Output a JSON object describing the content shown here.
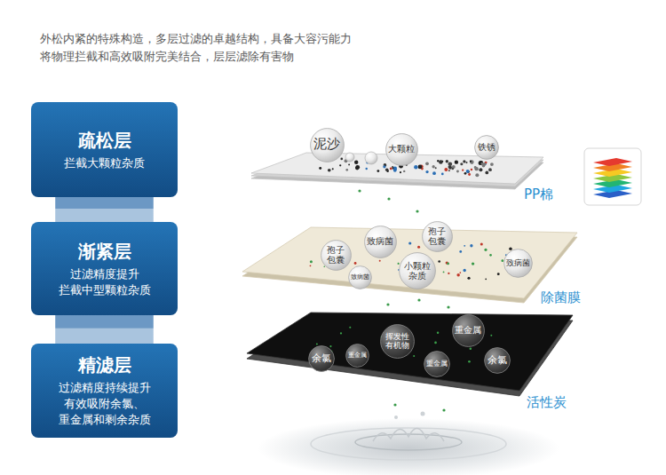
{
  "diagram": {
    "title": "外松内紧的特殊构造，多层过滤的卓越结构，具备大容污能力 将物理拦截和高效吸附完美结合，层层滤除有害物",
    "nodes": [
      {
        "text": [
          "疏松层",
          "拦截大颗粒杂质"
        ]
      },
      {
        "text": [
          "渐紧层",
          "过滤精度提升 拦截中型颗粒杂质"
        ]
      },
      {
        "text": [
          "精滤层",
          "过滤精度持续提升 有效吸附余氯、 重金属和剩余杂质"
        ]
      },
      {
        "text": [
          "PP棉"
        ]
      },
      {
        "text": [
          "泥沙"
        ],
        "in": 3
      },
      {
        "text": [
          "大颗粒"
        ],
        "in": 3
      },
      {
        "text": [
          "铁锈"
        ],
        "in": 3
      },
      {
        "text": [
          "除菌膜"
        ]
      },
      {
        "text": [
          "孢子 包囊"
        ],
        "in": 7
      },
      {
        "text": [
          "致病菌"
        ],
        "in": 7
      },
      {
        "text": [
          "孢子 包囊"
        ],
        "in": 7
      },
      {
        "text": [
          "小颗粒 杂质"
        ],
        "in": 7
      },
      {
        "text": [
          "致病菌"
        ],
        "in": 7
      },
      {
        "text": [
          "致病菌"
        ],
        "in": 7
      },
      {
        "text": [
          "活性炭"
        ]
      },
      {
        "text": [
          "余氯"
        ],
        "in": 14
      },
      {
        "text": [
          "重金属"
        ],
        "in": 14
      },
      {
        "text": [
          "挥发性 有机物"
        ],
        "in": 14
      },
      {
        "text": [
          "重金属"
        ],
        "in": 14
      },
      {
        "text": [
          "重金属"
        ],
        "in": 14
      },
      {
        "text": [
          "余氯"
        ],
        "in": 14
      }
    ],
    "edges": [
      {
        "from": 0,
        "to": 1,
        "arrow": "none"
      },
      {
        "from": 1,
        "to": 2,
        "arrow": "none"
      }
    ]
  }
}
